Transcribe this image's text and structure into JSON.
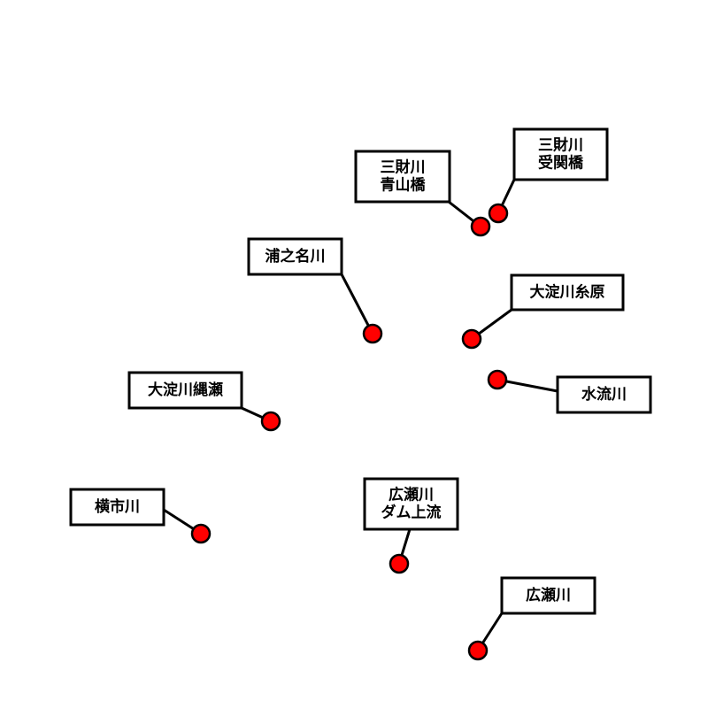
{
  "colors": {
    "marker_fill": "#ff0000",
    "marker_stroke": "#000000",
    "label_border": "#000000",
    "label_bg": "#ffffff",
    "leader_line": "#000000",
    "background": "#ffffff"
  },
  "stations": [
    {
      "id": "sanzaigawa-aoyamabashi",
      "lines": [
        "三財川",
        "青山橋"
      ]
    },
    {
      "id": "sanzaigawa-ukezekibashi",
      "lines": [
        "三財川",
        "受関橋"
      ]
    },
    {
      "id": "uranomyogawa",
      "lines": [
        "浦之名川"
      ]
    },
    {
      "id": "oyodogawa-itohara",
      "lines": [
        "大淀川糸原"
      ]
    },
    {
      "id": "suiryugawa",
      "lines": [
        "水流川"
      ]
    },
    {
      "id": "oyodogawa-nawase",
      "lines": [
        "大淀川縄瀬"
      ]
    },
    {
      "id": "yokoichigawa",
      "lines": [
        "横市川"
      ]
    },
    {
      "id": "hirosegawa-dam-joryu",
      "lines": [
        "広瀬川",
        "ダム上流"
      ]
    },
    {
      "id": "hirosegawa",
      "lines": [
        "広瀬川"
      ]
    }
  ]
}
